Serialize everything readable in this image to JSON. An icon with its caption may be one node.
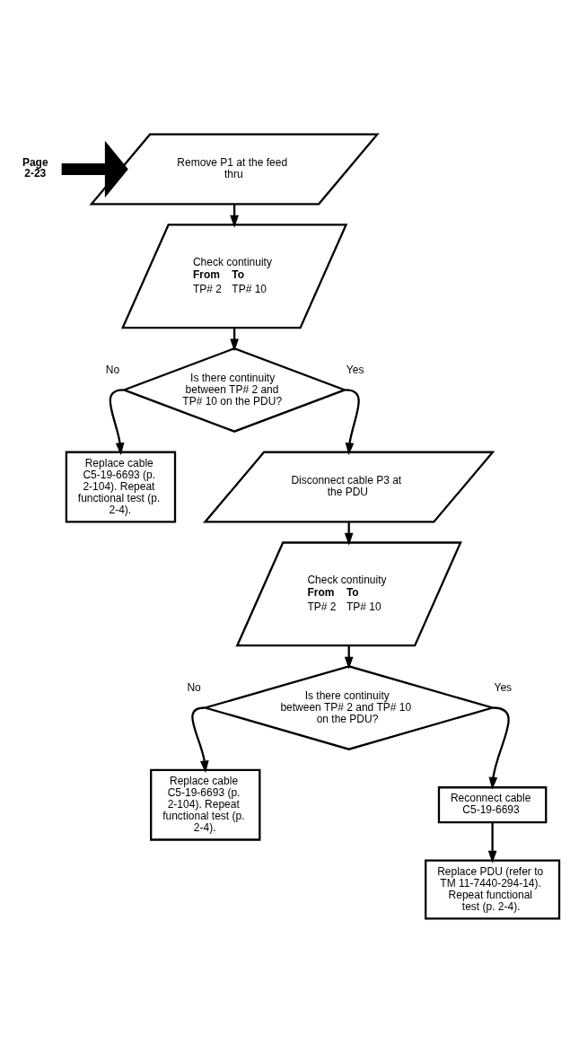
{
  "diagram": {
    "nodes": [
      {
        "text": [
          "Page 2-23"
        ]
      },
      {
        "text": [
          "Remove P1 at the feed thru"
        ]
      },
      {
        "text": [
          "Check continuity",
          "From",
          "To",
          "TP# 2",
          "TP# 10"
        ]
      },
      {
        "text": [
          "Is there continuity between TP# 2 and TP# 10 on the PDU?"
        ]
      },
      {
        "text": [
          "Replace cable C5-19-6693 (p. 2-104). Repeat functional test (p. 2-4)."
        ]
      },
      {
        "text": [
          "Disconnect cable P3 at the PDU"
        ]
      },
      {
        "text": [
          "Check continuity",
          "From",
          "To",
          "TP# 2",
          "TP# 10"
        ]
      },
      {
        "text": [
          "Is there continuity between TP# 2 and TP# 10 on the PDU?"
        ]
      },
      {
        "text": [
          "Replace cable C5-19-6693 (p. 2-104). Repeat functional test (p. 2-4)."
        ]
      },
      {
        "text": [
          "Reconnect cable C5-19-6693"
        ]
      },
      {
        "text": [
          "Replace PDU (refer to TM 11-7440-294-14). Repeat functional test (p. 2-4)."
        ]
      }
    ],
    "edges": [
      {
        "from": 0,
        "to": 1,
        "arrow": "to",
        "style": "thick"
      },
      {
        "from": 1,
        "to": 2,
        "arrow": "to"
      },
      {
        "from": 2,
        "to": 3,
        "arrow": "to"
      },
      {
        "from": 3,
        "to": 4,
        "arrow": "to",
        "label": "No"
      },
      {
        "from": 3,
        "to": 5,
        "arrow": "to",
        "label": "Yes"
      },
      {
        "from": 5,
        "to": 6,
        "arrow": "to"
      },
      {
        "from": 6,
        "to": 7,
        "arrow": "to"
      },
      {
        "from": 7,
        "to": 8,
        "arrow": "to",
        "label": "No"
      },
      {
        "from": 7,
        "to": 9,
        "arrow": "to",
        "label": "Yes"
      },
      {
        "from": 9,
        "to": 10,
        "arrow": "to"
      }
    ]
  }
}
